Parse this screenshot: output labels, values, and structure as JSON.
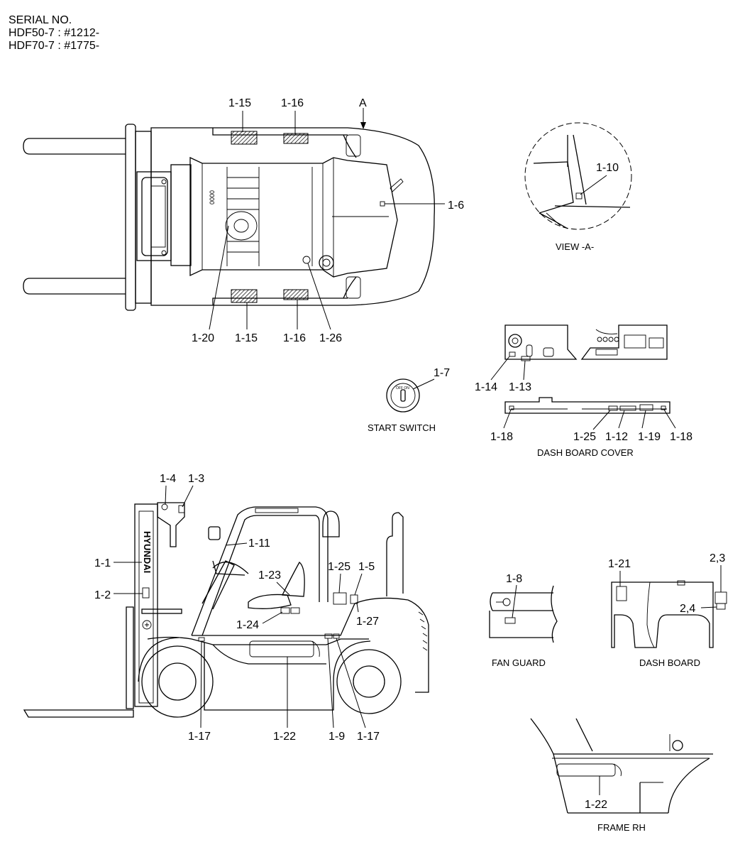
{
  "serial": {
    "heading": "SERIAL NO.",
    "line1": "HDF50-7 : #1212-",
    "line2": "HDF70-7 : #1775-"
  },
  "captions": {
    "view_a": "VIEW  -A-",
    "start_switch": "START SWITCH",
    "dash_board_cover": "DASH BOARD COVER",
    "fan_guard": "FAN GUARD",
    "dash_board": "DASH BOARD",
    "frame_rh": "FRAME RH",
    "arrow_a": "A",
    "mast_brand": "HYUNDAI"
  },
  "labels": {
    "top_1_15a": "1-15",
    "top_1_16a": "1-16",
    "top_1_6": "1-6",
    "top_1_20": "1-20",
    "top_1_15b": "1-15",
    "top_1_16b": "1-16",
    "top_1_26": "1-26",
    "view_1_10": "1-10",
    "dash_1_14": "1-14",
    "dash_1_13": "1-13",
    "switch_1_7": "1-7",
    "cover_1_18a": "1-18",
    "cover_1_25": "1-25",
    "cover_1_12": "1-12",
    "cover_1_19": "1-19",
    "cover_1_18b": "1-18",
    "side_1_4": "1-4",
    "side_1_3": "1-3",
    "side_1_1": "1-1",
    "side_1_2": "1-2",
    "side_1_11": "1-11",
    "side_1_23": "1-23",
    "side_1_25": "1-25",
    "side_1_5": "1-5",
    "side_1_24": "1-24",
    "side_1_27": "1-27",
    "side_1_17a": "1-17",
    "side_1_22": "1-22",
    "side_1_9": "1-9",
    "side_1_17b": "1-17",
    "fan_1_8": "1-8",
    "db_1_21": "1-21",
    "db_2_3": "2,3",
    "db_2_4": "2,4",
    "frame_1_22": "1-22"
  }
}
